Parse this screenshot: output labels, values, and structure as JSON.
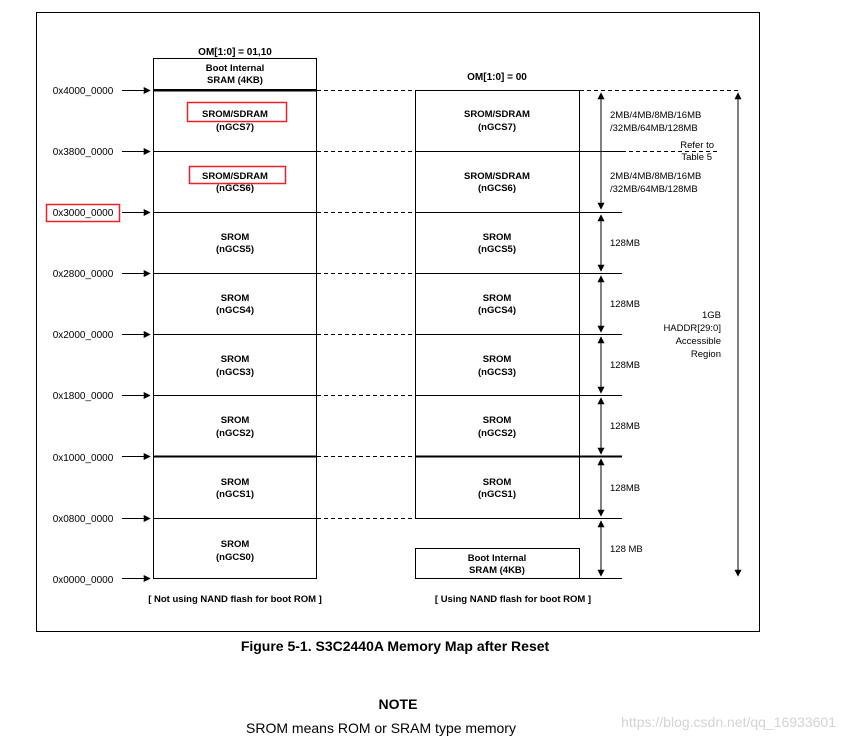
{
  "header": {
    "left_mode": "OM[1:0] = 01,10",
    "right_mode": "OM[1:0] = 00"
  },
  "addresses": [
    "0x4000_0000",
    "0x3800_0000",
    "0x3000_0000",
    "0x2800_0000",
    "0x2000_0000",
    "0x1800_0000",
    "0x1000_0000",
    "0x0800_0000",
    "0x0000_0000"
  ],
  "left": {
    "boot_line1": "Boot Internal",
    "boot_line2": "SRAM (4KB)",
    "banks": [
      {
        "name": "SROM/SDRAM",
        "cs": "(nGCS7)"
      },
      {
        "name": "SROM/SDRAM",
        "cs": "(nGCS6)"
      },
      {
        "name": "SROM",
        "cs": "(nGCS5)"
      },
      {
        "name": "SROM",
        "cs": "(nGCS4)"
      },
      {
        "name": "SROM",
        "cs": "(nGCS3)"
      },
      {
        "name": "SROM",
        "cs": "(nGCS2)"
      },
      {
        "name": "SROM",
        "cs": "(nGCS1)"
      },
      {
        "name": "SROM",
        "cs": "(nGCS0)"
      }
    ],
    "footer": "[ Not using NAND flash for boot ROM ]"
  },
  "right": {
    "banks": [
      {
        "name": "SROM/SDRAM",
        "cs": "(nGCS7)"
      },
      {
        "name": "SROM/SDRAM",
        "cs": "(nGCS6)"
      },
      {
        "name": "SROM",
        "cs": "(nGCS5)"
      },
      {
        "name": "SROM",
        "cs": "(nGCS4)"
      },
      {
        "name": "SROM",
        "cs": "(nGCS3)"
      },
      {
        "name": "SROM",
        "cs": "(nGCS2)"
      },
      {
        "name": "SROM",
        "cs": "(nGCS1)"
      }
    ],
    "boot_line1": "Boot Internal",
    "boot_line2": "SRAM (4KB)",
    "footer": "[ Using NAND flash for boot ROM ]"
  },
  "sizes": {
    "bank7_line1": "2MB/4MB/8MB/16MB",
    "bank7_line2": "/32MB/64MB/128MB",
    "refer_line1": "Refer to",
    "refer_line2": "Table 5",
    "bank6_line1": "2MB/4MB/8MB/16MB",
    "bank6_line2": "/32MB/64MB/128MB",
    "bank5": "128MB",
    "bank4": "128MB",
    "bank3": "128MB",
    "bank2": "128MB",
    "bank1": "128MB",
    "bank0": "128 MB"
  },
  "total": {
    "line1": "1GB",
    "line2": "HADDR[29:0]",
    "line3": "Accessible",
    "line4": "Region"
  },
  "highlight_color": "#e8212b",
  "caption": "Figure 5-1. S3C2440A Memory Map after Reset",
  "note_title": "NOTE",
  "note_text": "SROM means ROM or SRAM type memory",
  "watermark": "https://blog.csdn.net/qq_16933601"
}
